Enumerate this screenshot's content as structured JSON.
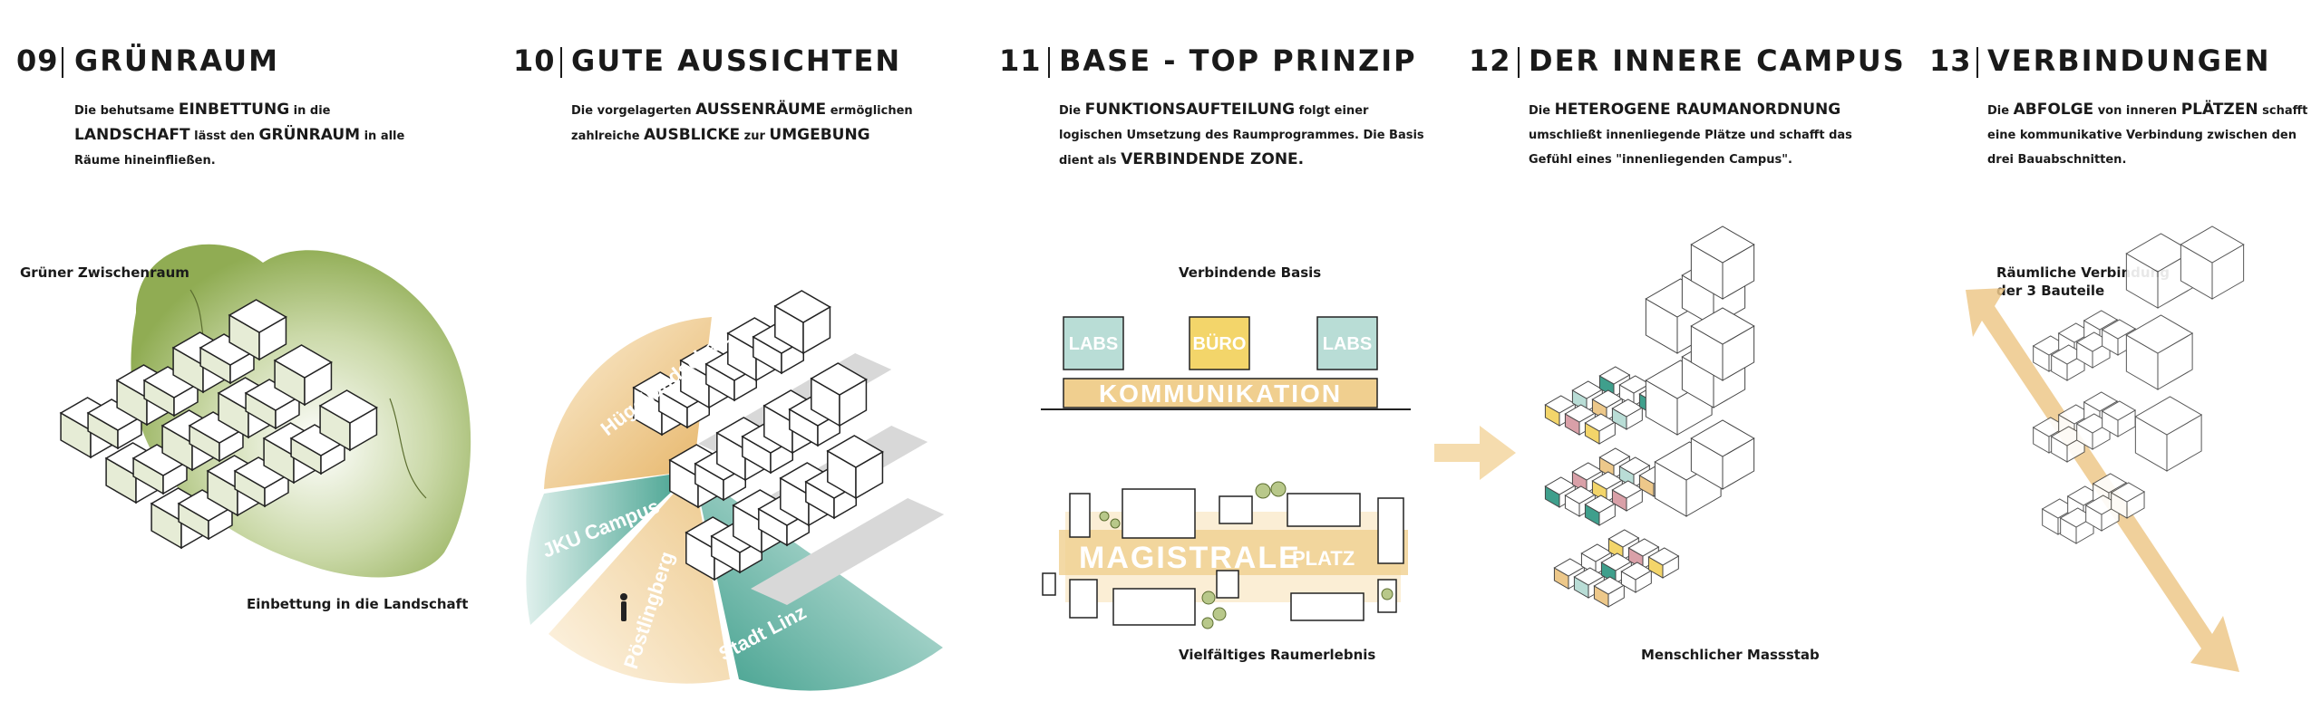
{
  "panels": [
    {
      "num": "09",
      "title": "GRÜNRAUM",
      "desc": [
        {
          "t": "Die behutsame ",
          "b": false
        },
        {
          "t": "EINBETTUNG",
          "b": true
        },
        {
          "t": " in die ",
          "b": false
        },
        {
          "t": "LANDSCHAFT",
          "b": true
        },
        {
          "t": " lässt den ",
          "b": false
        },
        {
          "t": "GRÜNRAUM",
          "b": true
        },
        {
          "t": " in alle Räume hineinfließen.",
          "b": false
        }
      ],
      "labels": {
        "top": "Grüner Zwischenraum",
        "bottom": "Einbettung in die Landschaft"
      }
    },
    {
      "num": "10",
      "title": "GUTE AUSSICHTEN",
      "desc": [
        {
          "t": "Die vorgelagerten ",
          "b": false
        },
        {
          "t": "AUSSENRÄUME",
          "b": true
        },
        {
          "t": " ermöglichen zahlreiche ",
          "b": false
        },
        {
          "t": "AUSBLICKE",
          "b": true
        },
        {
          "t": " zur ",
          "b": false
        },
        {
          "t": "UMGEBUNG",
          "b": true
        }
      ],
      "labels": {
        "huegel": "Hügellandschaft",
        "jku": "JKU Campus",
        "poest": "Pöstlingberg",
        "stadt": "Stadt Linz"
      }
    },
    {
      "num": "11",
      "title": "BASE - TOP PRINZIP",
      "desc": [
        {
          "t": "Die ",
          "b": false
        },
        {
          "t": "FUNKTIONSAUFTEILUNG",
          "b": true
        },
        {
          "t": " folgt einer logischen Umsetzung des Raumprogrammes. Die Basis dient als ",
          "b": false
        },
        {
          "t": "VERBINDENDE ZONE.",
          "b": true
        }
      ],
      "labels": {
        "top": "Verbindende Basis",
        "bottom": "Vielfältiges Raumerlebnis",
        "labs1": "LABS",
        "buero": "BÜRO",
        "labs2": "LABS",
        "komm": "KOMMUNIKATION",
        "magistrale": "MAGISTRALE",
        "platz": "PLATZ"
      }
    },
    {
      "num": "12",
      "title": "DER INNERE CAMPUS",
      "desc": [
        {
          "t": "Die ",
          "b": false
        },
        {
          "t": "HETEROGENE RAUMANORDNUNG",
          "b": true
        },
        {
          "t": " umschließt innenliegende Plätze und schafft das Gefühl eines \"innenliegenden Campus\".",
          "b": false
        }
      ],
      "labels": {
        "bottom": "Menschlicher Massstab"
      }
    },
    {
      "num": "13",
      "title": "VERBINDUNGEN",
      "desc": [
        {
          "t": "Die ",
          "b": false
        },
        {
          "t": "ABFOLGE",
          "b": true
        },
        {
          "t": " von inneren ",
          "b": false
        },
        {
          "t": "PLÄTZEN",
          "b": true
        },
        {
          "t": " schafft eine kommunikative Verbindung zwischen den drei Bauabschnitten.",
          "b": false
        }
      ],
      "labels": {
        "top1": "Räumliche Verbindung",
        "top2": "der 3 Bauteile"
      }
    }
  ],
  "colors": {
    "green": "#8aa84a",
    "sand": "#edc88a",
    "teal": "#3f9f8c",
    "yellow": "#f3d56a",
    "mint": "#b9ddd6",
    "rose": "#d9a0a8"
  }
}
